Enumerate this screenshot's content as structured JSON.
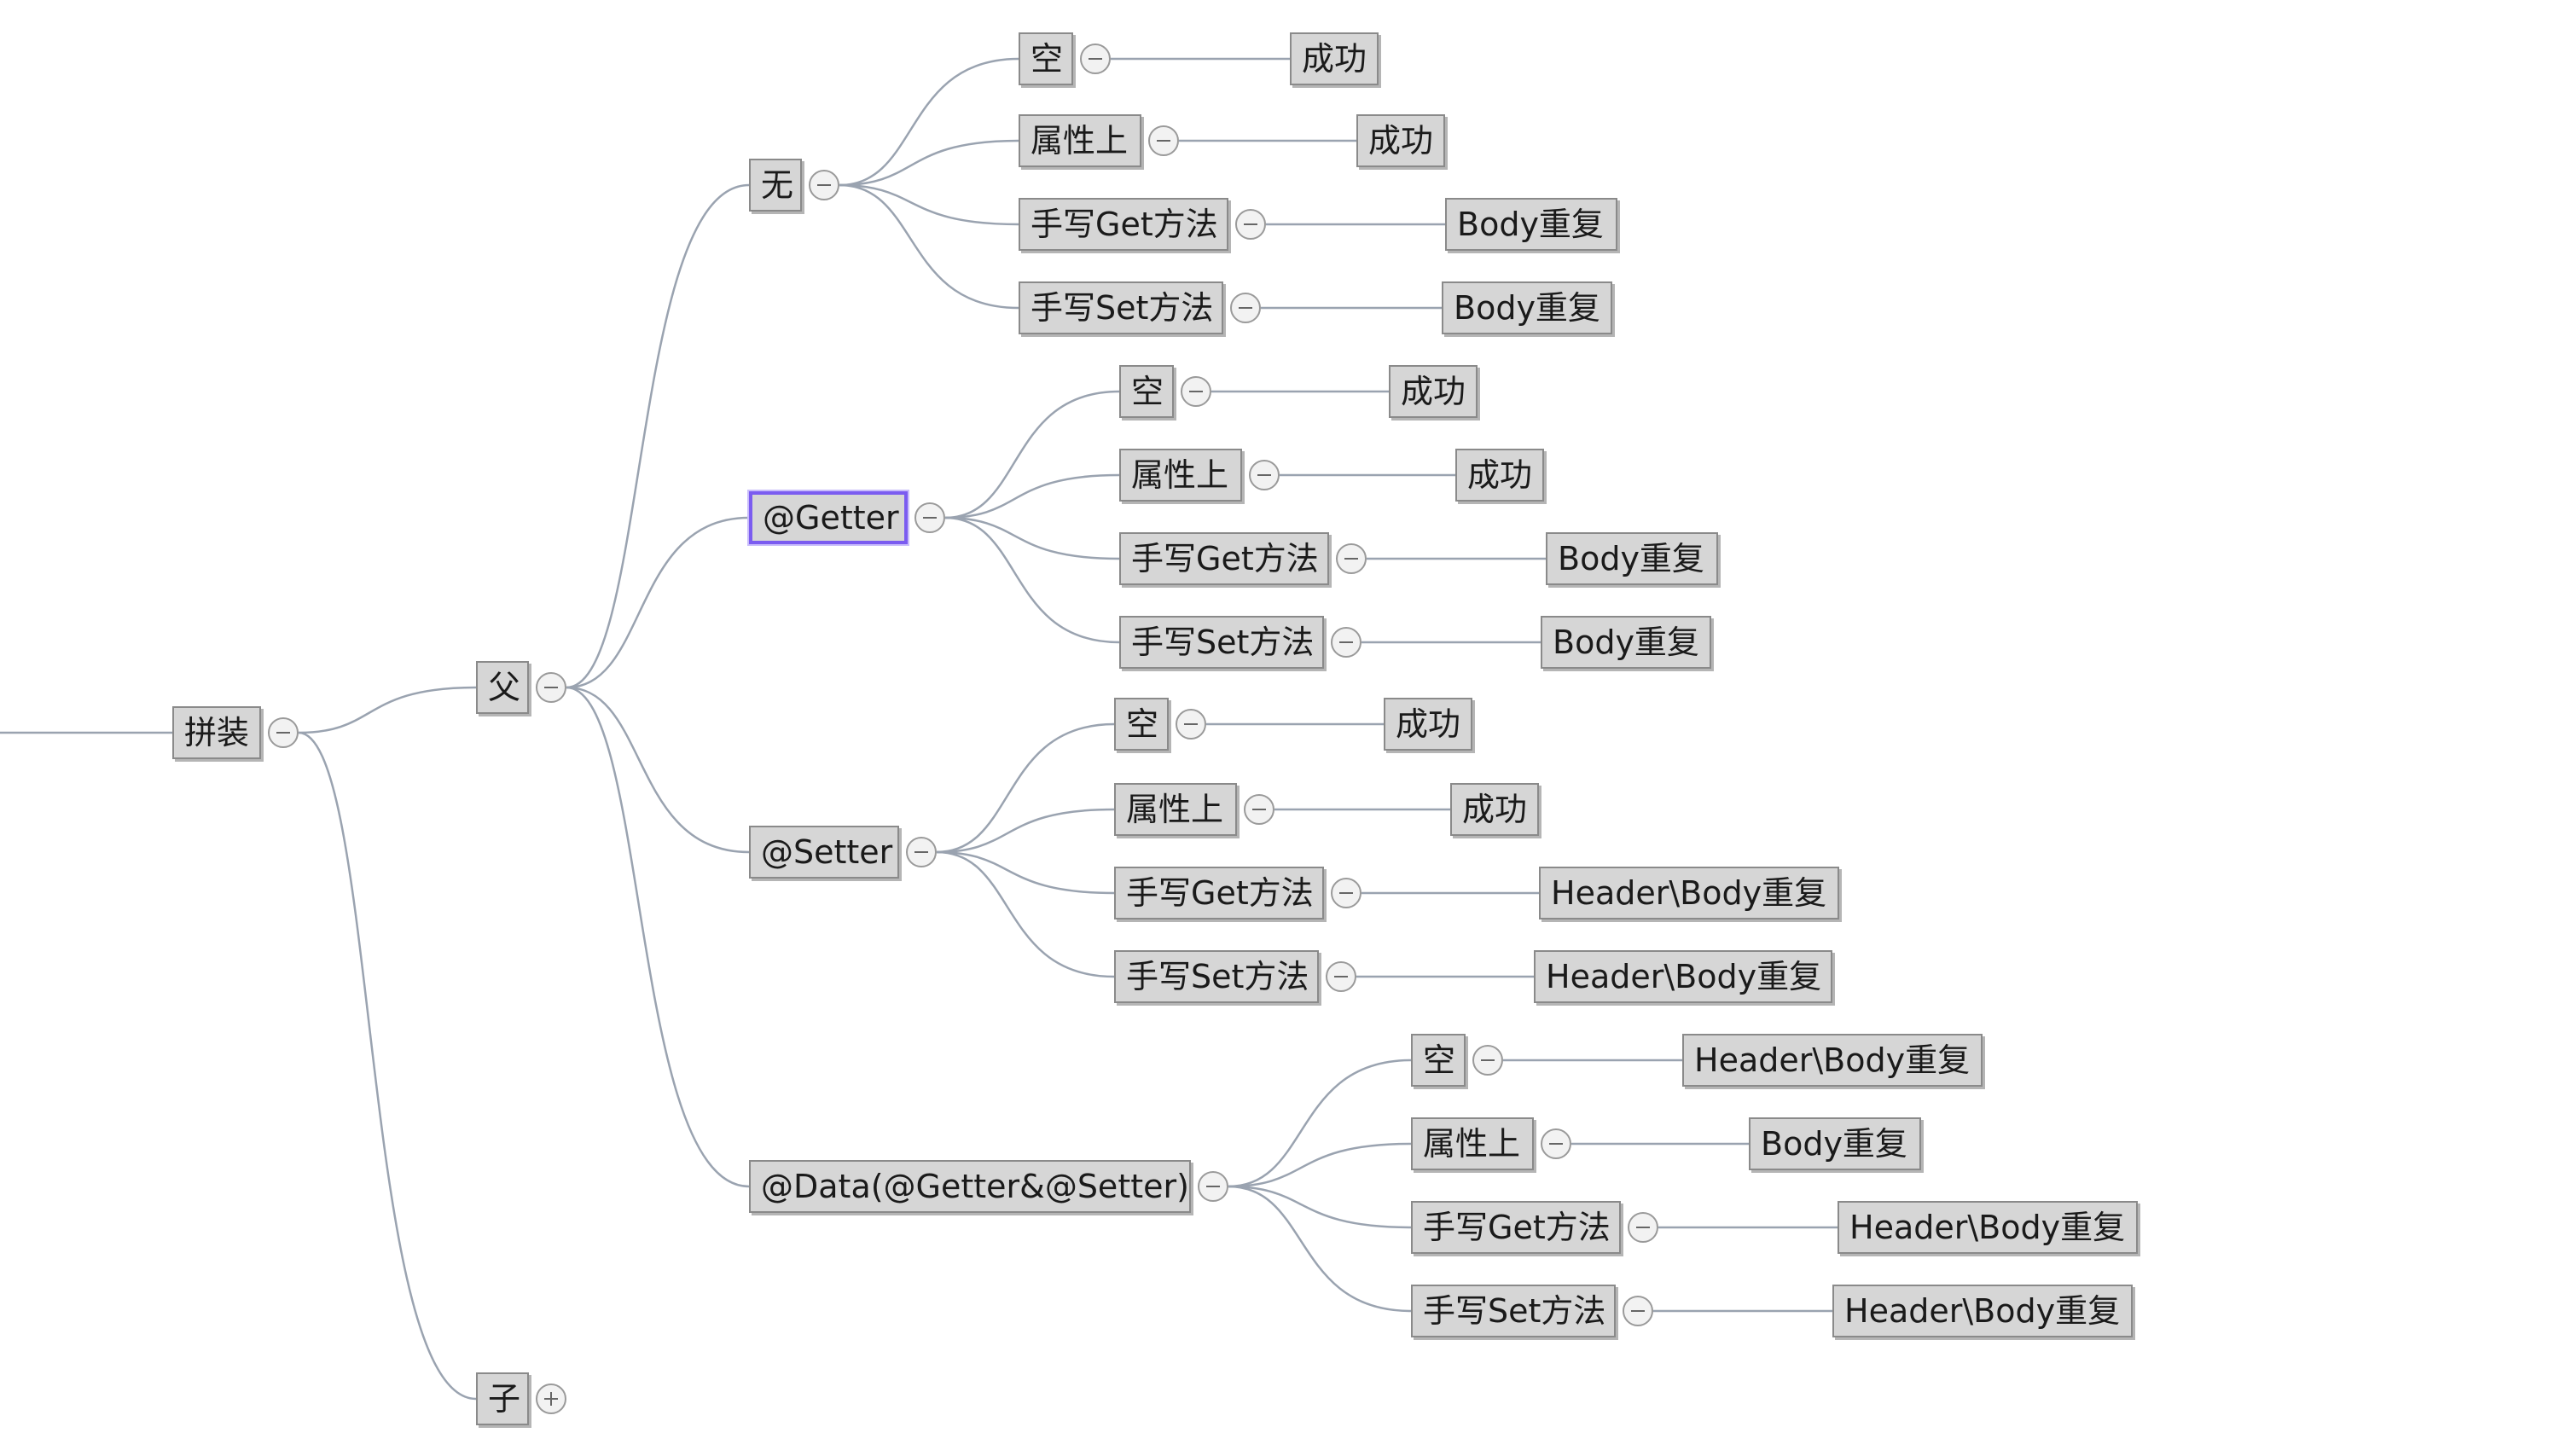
{
  "colors": {
    "edge": "#9aa3b0",
    "node_fill": "#d6d6d6",
    "node_border": "#8a8a8a",
    "selected_border": "#7b5cf0"
  },
  "nodes": [
    {
      "id": "root",
      "label": "拼装",
      "toggle": "collapse"
    },
    {
      "id": "fu",
      "label": "父",
      "toggle": "collapse"
    },
    {
      "id": "zi",
      "label": "子",
      "toggle": "expand"
    },
    {
      "id": "wu",
      "label": "无",
      "toggle": "collapse"
    },
    {
      "id": "getter",
      "label": "@Getter",
      "toggle": "collapse",
      "selected": true
    },
    {
      "id": "setter",
      "label": "@Setter",
      "toggle": "collapse"
    },
    {
      "id": "data",
      "label": "@Data(@Getter&@Setter)",
      "toggle": "collapse"
    },
    {
      "id": "wu_k",
      "label": "空",
      "toggle": "collapse"
    },
    {
      "id": "wu_s",
      "label": "属性上",
      "toggle": "collapse"
    },
    {
      "id": "wu_g",
      "label": "手写Get方法",
      "toggle": "collapse"
    },
    {
      "id": "wu_t",
      "label": "手写Set方法",
      "toggle": "collapse"
    },
    {
      "id": "wu_k_r",
      "label": "成功"
    },
    {
      "id": "wu_s_r",
      "label": "成功"
    },
    {
      "id": "wu_g_r",
      "label": "Body重复"
    },
    {
      "id": "wu_t_r",
      "label": "Body重复"
    },
    {
      "id": "ge_k",
      "label": "空",
      "toggle": "collapse"
    },
    {
      "id": "ge_s",
      "label": "属性上",
      "toggle": "collapse"
    },
    {
      "id": "ge_g",
      "label": "手写Get方法",
      "toggle": "collapse"
    },
    {
      "id": "ge_t",
      "label": "手写Set方法",
      "toggle": "collapse"
    },
    {
      "id": "ge_k_r",
      "label": "成功"
    },
    {
      "id": "ge_s_r",
      "label": "成功"
    },
    {
      "id": "ge_g_r",
      "label": "Body重复"
    },
    {
      "id": "ge_t_r",
      "label": "Body重复"
    },
    {
      "id": "se_k",
      "label": "空",
      "toggle": "collapse"
    },
    {
      "id": "se_s",
      "label": "属性上",
      "toggle": "collapse"
    },
    {
      "id": "se_g",
      "label": "手写Get方法",
      "toggle": "collapse"
    },
    {
      "id": "se_t",
      "label": "手写Set方法",
      "toggle": "collapse"
    },
    {
      "id": "se_k_r",
      "label": "成功"
    },
    {
      "id": "se_s_r",
      "label": "成功"
    },
    {
      "id": "se_g_r",
      "label": "Header\\Body重复"
    },
    {
      "id": "se_t_r",
      "label": "Header\\Body重复"
    },
    {
      "id": "da_k",
      "label": "空",
      "toggle": "collapse"
    },
    {
      "id": "da_s",
      "label": "属性上",
      "toggle": "collapse"
    },
    {
      "id": "da_g",
      "label": "手写Get方法",
      "toggle": "collapse"
    },
    {
      "id": "da_t",
      "label": "手写Set方法",
      "toggle": "collapse"
    },
    {
      "id": "da_k_r",
      "label": "Header\\Body重复"
    },
    {
      "id": "da_s_r",
      "label": "Body重复"
    },
    {
      "id": "da_g_r",
      "label": "Header\\Body重复"
    },
    {
      "id": "da_t_r",
      "label": "Header\\Body重复"
    }
  ],
  "edges": [
    [
      "root",
      "fu"
    ],
    [
      "root",
      "zi"
    ],
    [
      "fu",
      "wu"
    ],
    [
      "fu",
      "getter"
    ],
    [
      "fu",
      "setter"
    ],
    [
      "fu",
      "data"
    ],
    [
      "wu",
      "wu_k"
    ],
    [
      "wu",
      "wu_s"
    ],
    [
      "wu",
      "wu_g"
    ],
    [
      "wu",
      "wu_t"
    ],
    [
      "wu_k",
      "wu_k_r"
    ],
    [
      "wu_s",
      "wu_s_r"
    ],
    [
      "wu_g",
      "wu_g_r"
    ],
    [
      "wu_t",
      "wu_t_r"
    ],
    [
      "getter",
      "ge_k"
    ],
    [
      "getter",
      "ge_s"
    ],
    [
      "getter",
      "ge_g"
    ],
    [
      "getter",
      "ge_t"
    ],
    [
      "ge_k",
      "ge_k_r"
    ],
    [
      "ge_s",
      "ge_s_r"
    ],
    [
      "ge_g",
      "ge_g_r"
    ],
    [
      "ge_t",
      "ge_t_r"
    ],
    [
      "setter",
      "se_k"
    ],
    [
      "setter",
      "se_s"
    ],
    [
      "setter",
      "se_g"
    ],
    [
      "setter",
      "se_t"
    ],
    [
      "se_k",
      "se_k_r"
    ],
    [
      "se_s",
      "se_s_r"
    ],
    [
      "se_g",
      "se_g_r"
    ],
    [
      "se_t",
      "se_t_r"
    ],
    [
      "data",
      "da_k"
    ],
    [
      "data",
      "da_s"
    ],
    [
      "data",
      "da_g"
    ],
    [
      "data",
      "da_t"
    ],
    [
      "da_k",
      "da_k_r"
    ],
    [
      "da_s",
      "da_s_r"
    ],
    [
      "da_g",
      "da_g_r"
    ],
    [
      "da_t",
      "da_t_r"
    ]
  ]
}
